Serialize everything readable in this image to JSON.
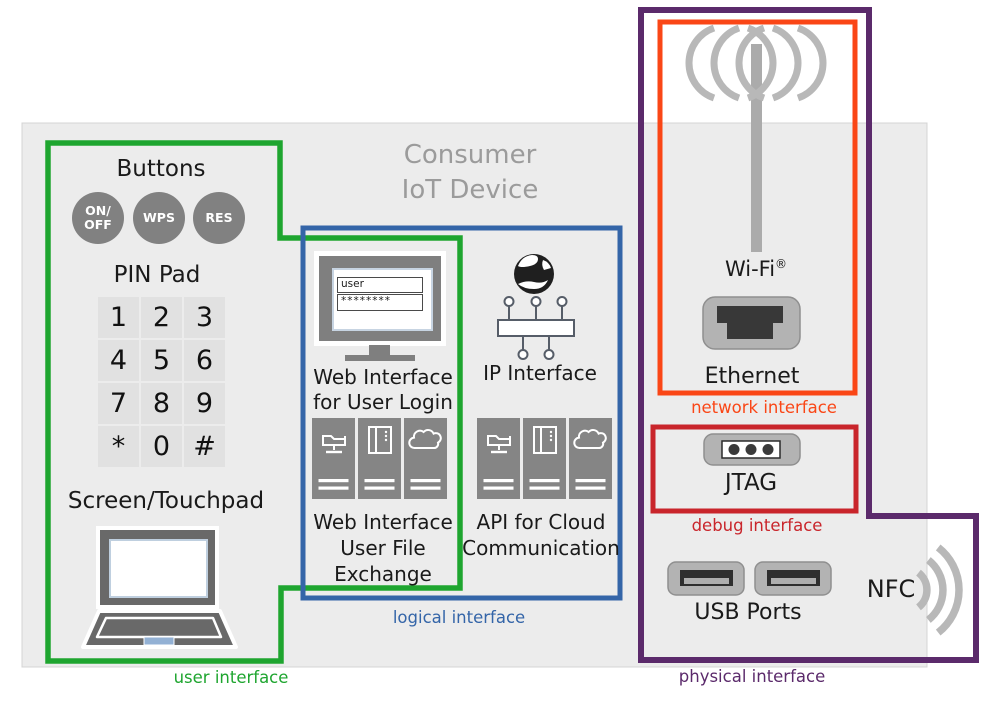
{
  "title": {
    "line1": "Consumer",
    "line2": "IoT Device"
  },
  "user_interface": {
    "label": "user interface",
    "buttons_title": "Buttons",
    "power_button": {
      "line1": "ON/",
      "line2": "OFF"
    },
    "wps_button": "WPS",
    "reset_button": "RES",
    "pinpad_title": "PIN Pad",
    "pinpad_keys": [
      "1",
      "2",
      "3",
      "4",
      "5",
      "6",
      "7",
      "8",
      "9",
      "*",
      "0",
      "#"
    ],
    "screen_title": "Screen/Touchpad"
  },
  "logical_interface": {
    "label": "logical interface",
    "login_form": {
      "username": "user",
      "password": "********"
    },
    "login_caption": [
      "Web Interface",
      "for User Login"
    ],
    "ip_caption": "IP Interface",
    "file_caption": [
      "Web Interface",
      "User File",
      "Exchange"
    ],
    "api_caption": [
      "API for Cloud",
      "Communication"
    ]
  },
  "network_interface": {
    "label": "network interface",
    "wifi_label": "Wi-Fi",
    "wifi_mark": "®",
    "ethernet_label": "Ethernet"
  },
  "debug_interface": {
    "label": "debug interface",
    "jtag_label": "JTAG"
  },
  "physical_interface": {
    "label": "physical interface",
    "usb_label": "USB Ports",
    "nfc_label": "NFC"
  },
  "colors": {
    "user_interface_green": "#1ea52f",
    "logical_blue": "#3465a8",
    "network_orange": "#fa4616",
    "debug_red": "#c9252b",
    "physical_purple": "#5b2a6b",
    "title_gray": "#9b9b9b"
  }
}
